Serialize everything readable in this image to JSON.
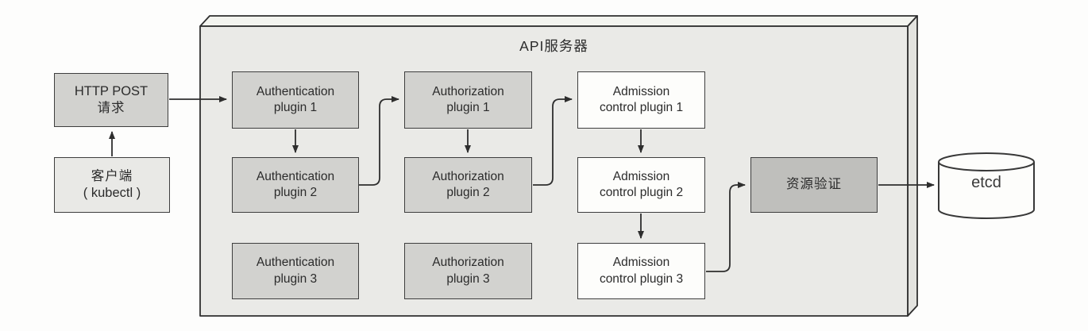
{
  "colors": {
    "box_gray": "#d2d2cf",
    "box_white": "#fdfdfb",
    "box_light": "#e9e9e6",
    "box_dark_gray": "#bfbfbc",
    "container_front": "#eaeae7",
    "container_top": "#f3f4ef",
    "container_side": "#e3e3df",
    "line": "#2e2e2e"
  },
  "client_flow": {
    "http_post": {
      "line1": "HTTP POST",
      "line2": "请求"
    },
    "client": {
      "line1": "客户端",
      "line2": "( kubectl )"
    }
  },
  "api_server": {
    "title": "API服务器",
    "authentication": [
      {
        "line1": "Authentication",
        "line2": "plugin 1"
      },
      {
        "line1": "Authentication",
        "line2": "plugin 2"
      },
      {
        "line1": "Authentication",
        "line2": "plugin 3"
      }
    ],
    "authorization": [
      {
        "line1": "Authorization",
        "line2": "plugin 1"
      },
      {
        "line1": "Authorization",
        "line2": "plugin 2"
      },
      {
        "line1": "Authorization",
        "line2": "plugin 3"
      }
    ],
    "admission": [
      {
        "line1": "Admission",
        "line2": "control plugin 1"
      },
      {
        "line1": "Admission",
        "line2": "control plugin 2"
      },
      {
        "line1": "Admission",
        "line2": "control plugin 3"
      }
    ],
    "resource_validation": "资源验证"
  },
  "storage": {
    "etcd": "etcd"
  }
}
